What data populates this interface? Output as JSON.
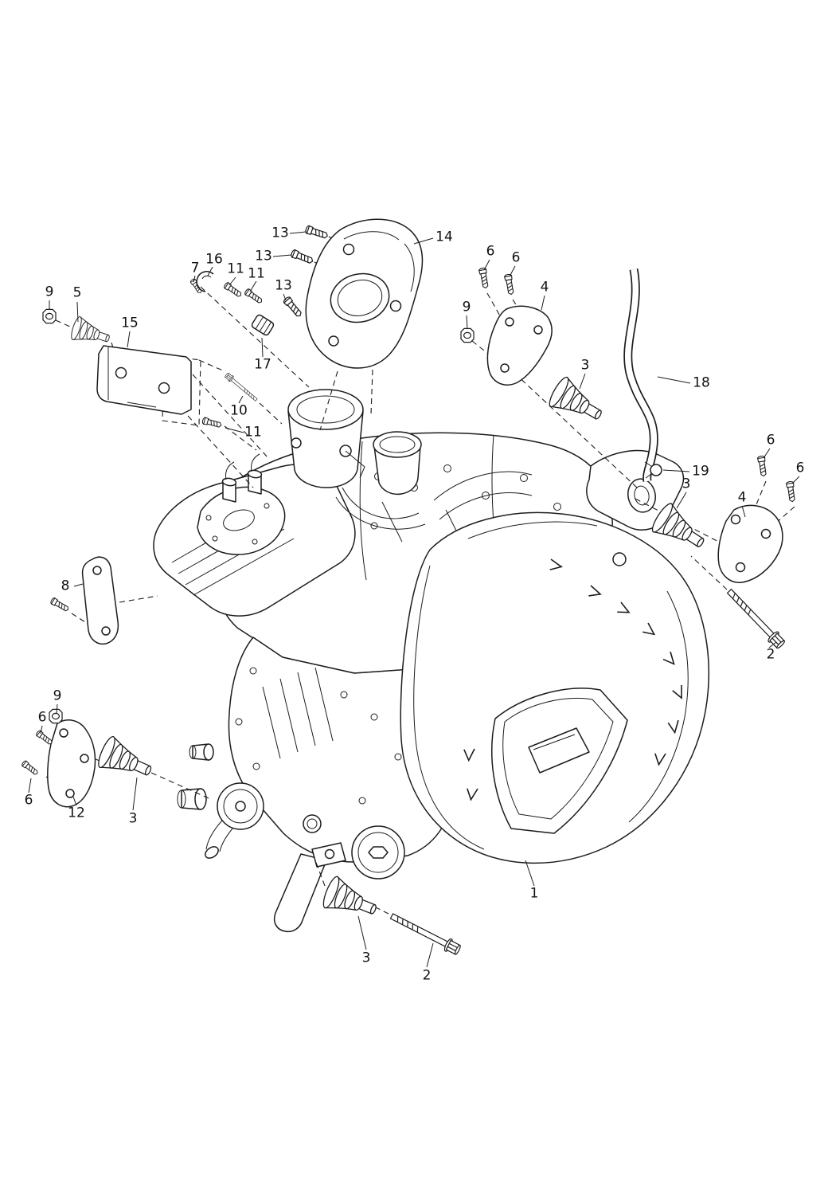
{
  "diagram": {
    "type": "exploded-parts-diagram",
    "subject": "Engine assembly with mounting hardware",
    "colors": {
      "background": "#ffffff",
      "line": "#1c1c1c",
      "text": "#111111"
    }
  },
  "callouts": [
    {
      "label": "13"
    },
    {
      "label": "14"
    },
    {
      "label": "13"
    },
    {
      "label": "7"
    },
    {
      "label": "16"
    },
    {
      "label": "11"
    },
    {
      "label": "11"
    },
    {
      "label": "13"
    },
    {
      "label": "6"
    },
    {
      "label": "6"
    },
    {
      "label": "9"
    },
    {
      "label": "5"
    },
    {
      "label": "4"
    },
    {
      "label": "15"
    },
    {
      "label": "9"
    },
    {
      "label": "3"
    },
    {
      "label": "17"
    },
    {
      "label": "18"
    },
    {
      "label": "10"
    },
    {
      "label": "11"
    },
    {
      "label": "6"
    },
    {
      "label": "6"
    },
    {
      "label": "19"
    },
    {
      "label": "3"
    },
    {
      "label": "4"
    },
    {
      "label": "8"
    },
    {
      "label": "2"
    },
    {
      "label": "9"
    },
    {
      "label": "6"
    },
    {
      "label": "6"
    },
    {
      "label": "12"
    },
    {
      "label": "3"
    },
    {
      "label": "1"
    },
    {
      "label": "3"
    },
    {
      "label": "2"
    }
  ]
}
